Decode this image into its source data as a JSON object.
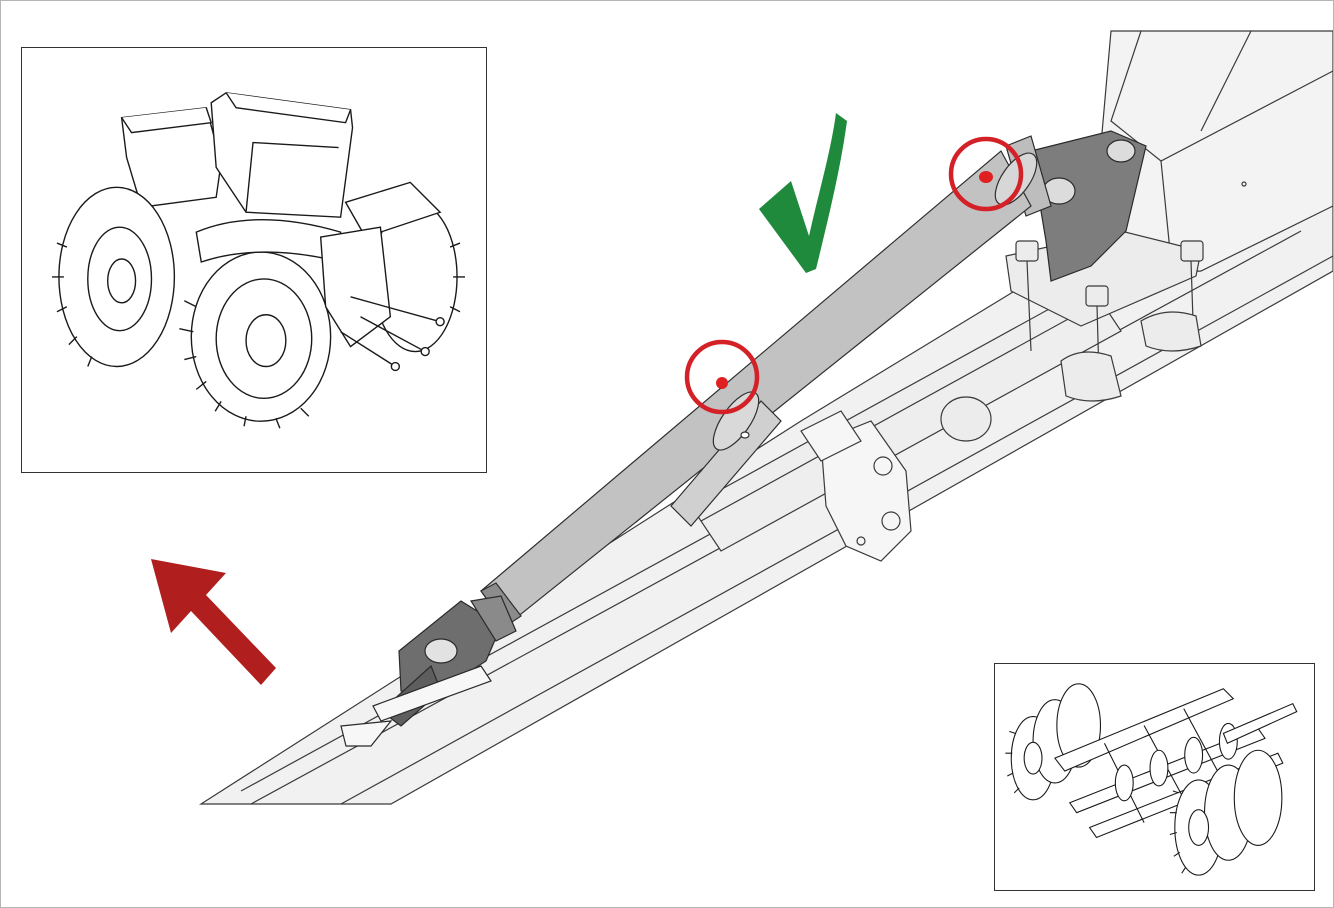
{
  "figure": {
    "insets": [
      {
        "id": "tractor",
        "depicts": "tractor-rear-view-icon"
      },
      {
        "id": "implement",
        "depicts": "trailed-implement-icon"
      }
    ],
    "markers": {
      "check_icon": "checkmark-icon",
      "direction_arrow": "arrow-up-left-icon",
      "highlight_circles": 2
    },
    "colors": {
      "check": "#1f8a3c",
      "arrow": "#b01e1e",
      "circle": "#d42027",
      "pin": "#e02020",
      "strut": "#c2c2c2",
      "strut_dark": "#8c8c8c",
      "frame": "#f2f2f2",
      "line": "#3a3a3a"
    }
  }
}
